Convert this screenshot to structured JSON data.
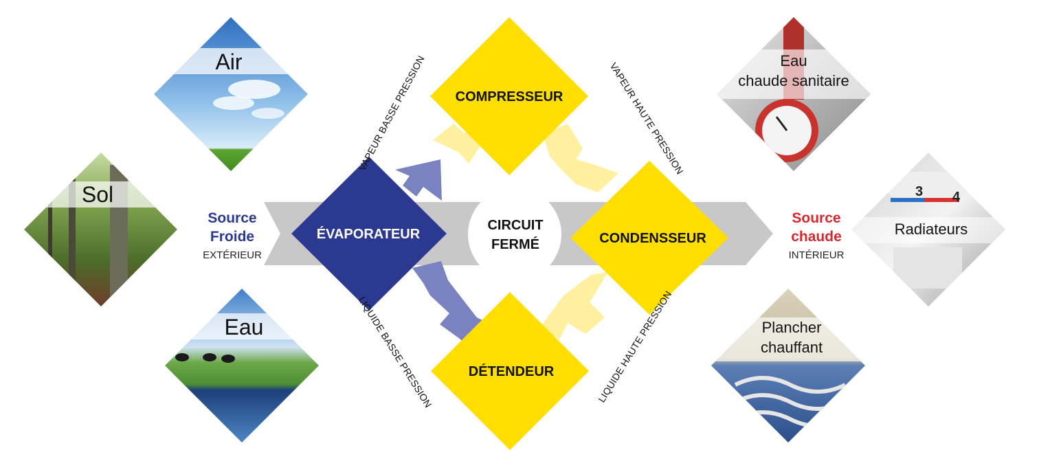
{
  "cold_side": {
    "title_line1": "Source",
    "title_line2": "Froide",
    "subtitle": "EXTÉRIEUR",
    "tiles": [
      {
        "label": "Air",
        "image": "sky-clouds-meadow"
      },
      {
        "label": "Sol",
        "image": "forest"
      },
      {
        "label": "Eau",
        "image": "cows-pond"
      }
    ]
  },
  "hot_side": {
    "title_line1": "Source",
    "title_line2": "chaude",
    "subtitle": "INTÉRIEUR",
    "tiles": [
      {
        "label_line1": "Eau",
        "label_line2": "chaude sanitaire",
        "image": "pressure-gauge"
      },
      {
        "label": "Radiateurs",
        "image": "radiator-thermostat"
      },
      {
        "label_line1": "Plancher",
        "label_line2": "chauffant",
        "image": "underfloor-heating-pipes"
      }
    ]
  },
  "cycle": {
    "center_line1": "CIRCUIT",
    "center_line2": "FERMÉ",
    "nodes": {
      "compressor": "COMPRESSEUR",
      "condenser": "CONDENSSEUR",
      "expander": "DÉTENDEUR",
      "evaporator": "ÉVAPORATEUR"
    },
    "flows": {
      "low_pressure_vapor": "VAPEUR BASSE PRESSION",
      "high_pressure_vapor": "VAPEUR HAUTE PRESSION",
      "high_pressure_liquid": "LIQUIDE HAUTE PRESSION",
      "low_pressure_liquid": "LIQUIDE BASSE PRESSION"
    }
  },
  "colors": {
    "yellow": "#FFDE00",
    "light_yellow": "#FFF0A0",
    "navy": "#2B3990",
    "light_navy": "#7A82C0",
    "grey_band": "#C8C8C8",
    "cold_text": "#2B3990",
    "hot_text": "#D7282F"
  }
}
